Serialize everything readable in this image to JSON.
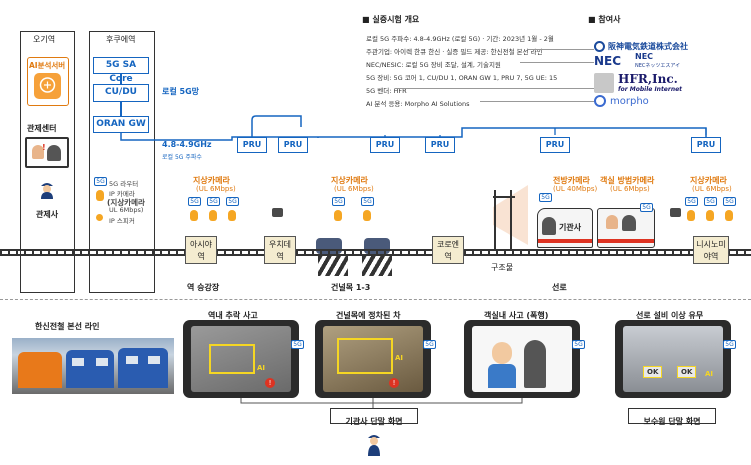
{
  "left": {
    "remote_col_title": "오기역",
    "hq_col_title": "후쿠에역",
    "ai_server": "AI분석서버",
    "control_center": "관제센터",
    "controller": "관제사",
    "sa_core": "5G SA Core",
    "cu_du": "CU/DU",
    "oran_gw": "ORAN GW",
    "local_5g": "로컬 5G망",
    "freq": "4.8-4.9GHz",
    "freq_sub": "로컬 5G 주파수",
    "legend_router": "5G 라우터",
    "legend_ipcam": "IP 카메라",
    "legend_ptz": "(지상카메라",
    "legend_ul": "UL 6Mbps)",
    "legend_speaker": "IP 스피커"
  },
  "overview": {
    "title": "실증시험 개요",
    "lines": [
      "로컬 5G 주파수: 4.8-4.9GHz (로컬 5G)  · 기간: 2023년 1월 - 2월",
      "주관기업: 아이렉 한큐 한신 · 실증 필드 제공: 한신전철 본선 라인",
      "NEC/NESIC: 로컬 5G 장비 조달, 설계, 기술지원",
      "5G 장비: 5G 코어 1, CU/DU 1, ORAN GW 1, PRU 7, 5G UE: 15",
      "5G 벤더: HFR",
      "AI 분석 응용: Morpho AI Solutions"
    ]
  },
  "participants": {
    "title": "참여사",
    "hanshin": "阪神電気鉄道株式会社",
    "nec": "NEC",
    "nec_sub": "NEC",
    "nesic": "NECネッツエスアイ",
    "hfr": "HFR,Inc.",
    "hfr_sub": "for Mobile Internet",
    "morpho": "morpho"
  },
  "network": {
    "pru_label": "PRU",
    "ground_cam": "지상카메라",
    "ground_cam_ul": "(UL 6Mbps)",
    "front_cam": "전방카메라",
    "front_cam_ul": "(UL 40Mbps)",
    "cabin_cam": "객실 방범카메라",
    "cabin_cam_ul": "(UL 6Mbps)",
    "driver": "기관사",
    "struct": "구조물",
    "g5": "5G",
    "stations": [
      "아시야 역",
      "우치데 역",
      "코로엔 역",
      "니시노미 야역"
    ],
    "bottom_labels": [
      "역 승강장",
      "건널목 1-3",
      "선로"
    ]
  },
  "bottom": {
    "hanshin_line": "한신전철 본선 라인",
    "case1": "역내 추락 사고",
    "case2": "건널목에 정차된 차",
    "case3": "객실내 사고 (폭행)",
    "case4": "선로 설비 이상 유무",
    "ai": "AI",
    "driver_screen": "기관사 단말 화면",
    "maint_screen": "보수원 단말 화면",
    "ok": "OK"
  }
}
